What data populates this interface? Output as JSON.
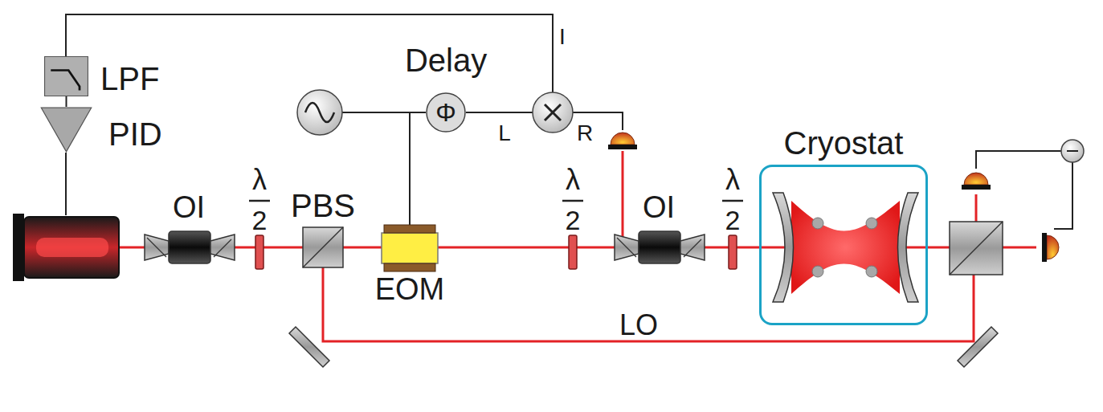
{
  "diagram": {
    "nodes": [
      {
        "text": [
          "LPF"
        ]
      },
      {
        "text": [
          "PID"
        ]
      },
      {
        "text": [
          "Delay",
          "Φ"
        ]
      },
      {
        "text": [
          "Cryostat"
        ]
      }
    ],
    "edges": [
      {
        "from": 0,
        "to": 1,
        "arrow": "none"
      }
    ],
    "labels": [
      "OI",
      "λ",
      "2",
      "PBS",
      "EOM",
      "λ",
      "2",
      "OI",
      "λ",
      "2",
      "LO",
      "L",
      "I",
      "R"
    ]
  }
}
